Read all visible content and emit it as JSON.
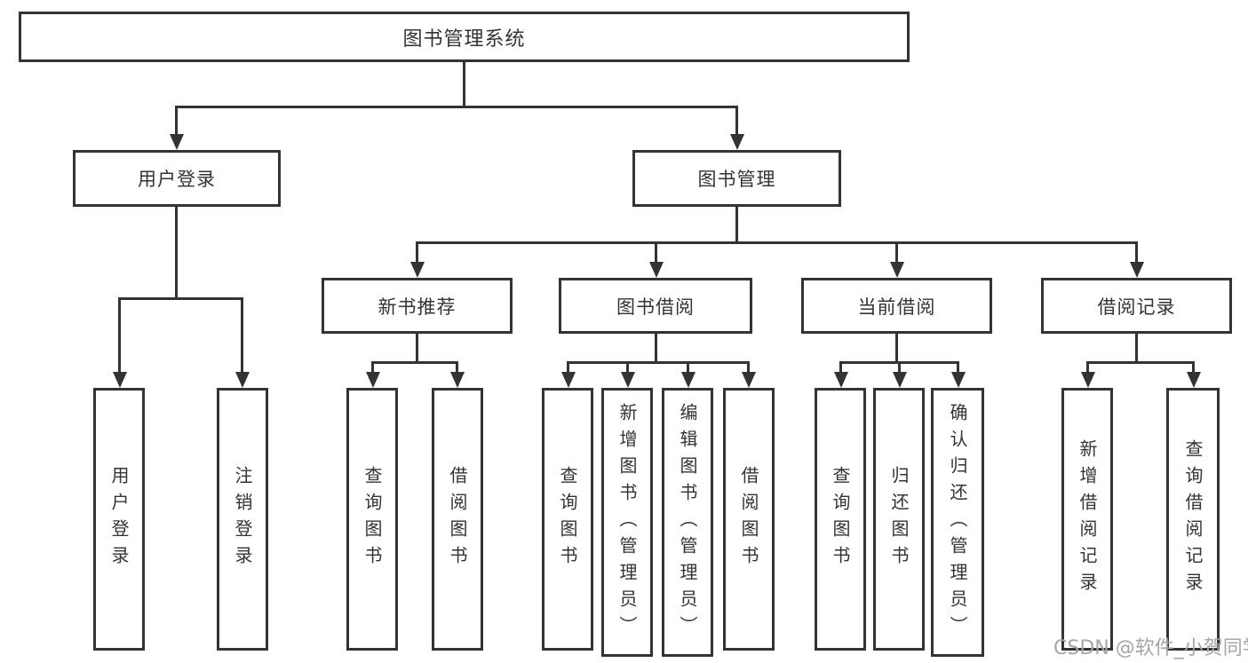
{
  "colors": {
    "line": "#333333",
    "text": "#333333",
    "box_bg": "#ffffff",
    "watermark": "#a6a6a6",
    "page_bg": "#ffffff"
  },
  "watermark": {
    "text": "CSDN @软件_小贺同学"
  },
  "diagram": {
    "type": "tree",
    "root": {
      "label": "图书管理系统"
    },
    "branches": [
      {
        "label": "用户登录",
        "children": [
          {
            "label": "用户登录"
          },
          {
            "label": "注销登录"
          }
        ]
      },
      {
        "label": "图书管理",
        "children": [
          {
            "label": "新书推荐",
            "children": [
              {
                "label": "查询图书"
              },
              {
                "label": "借阅图书"
              }
            ]
          },
          {
            "label": "图书借阅",
            "children": [
              {
                "label": "查询图书"
              },
              {
                "label": "新增图书（管理员）"
              },
              {
                "label": "编辑图书（管理员）"
              },
              {
                "label": "借阅图书"
              }
            ]
          },
          {
            "label": "当前借阅",
            "children": [
              {
                "label": "查询图书"
              },
              {
                "label": "归还图书"
              },
              {
                "label": "确认归还（管理员）"
              }
            ]
          },
          {
            "label": "借阅记录",
            "children": [
              {
                "label": "新增借阅记录"
              },
              {
                "label": "查询借阅记录"
              }
            ]
          }
        ]
      }
    ]
  }
}
